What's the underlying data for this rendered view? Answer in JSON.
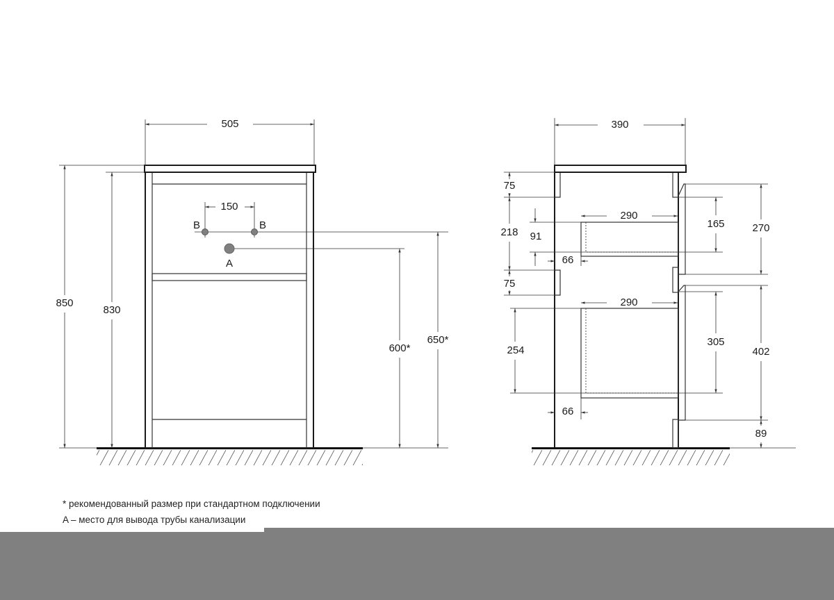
{
  "front_view": {
    "width": "505",
    "height_total": "850",
    "height_body": "830",
    "tap_spacing": "150",
    "drain_height": "600*",
    "tap_height": "650*",
    "label_tap": "B",
    "label_drain": "A"
  },
  "side_view": {
    "depth": "390",
    "top_rail": "75",
    "upper_opening": "218",
    "mid_rail": "75",
    "upper_drawer_height": "91",
    "lower_drawer_height": "254",
    "upper_drawer_offset": "66",
    "lower_drawer_offset": "66",
    "upper_drawer_depth": "290",
    "lower_drawer_depth": "290",
    "upper_inner": "165",
    "lower_inner": "305",
    "upper_front": "270",
    "lower_front": "402",
    "plinth": "89"
  },
  "notes": [
    "* рекомендованный размер при стандартном подключении",
    "A – место для вывода трубы канализации"
  ],
  "colors": {
    "line": "#1a1a1a",
    "overlay": "#808080",
    "pipe": "#808080"
  }
}
